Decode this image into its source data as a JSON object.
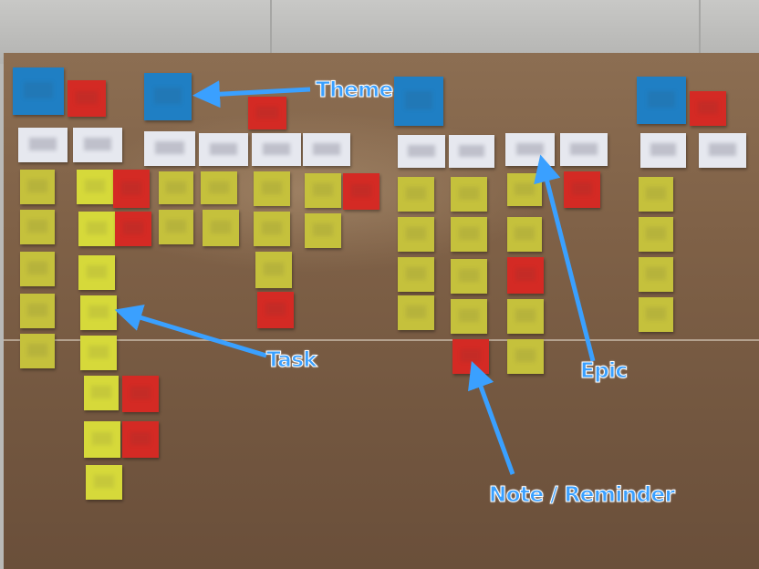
{
  "labels": {
    "theme": "Theme",
    "epic": "Epic",
    "task": "Task",
    "note": "Note / Reminder"
  },
  "colors": {
    "annotation_blue": "#3aa0ff",
    "theme_sticky": "#1f7fc4",
    "epic_card": "#e6e8ef",
    "task_sticky": "#c5c13c",
    "note_sticky": "#d42a24",
    "kraft_paper": "#7f6147"
  }
}
